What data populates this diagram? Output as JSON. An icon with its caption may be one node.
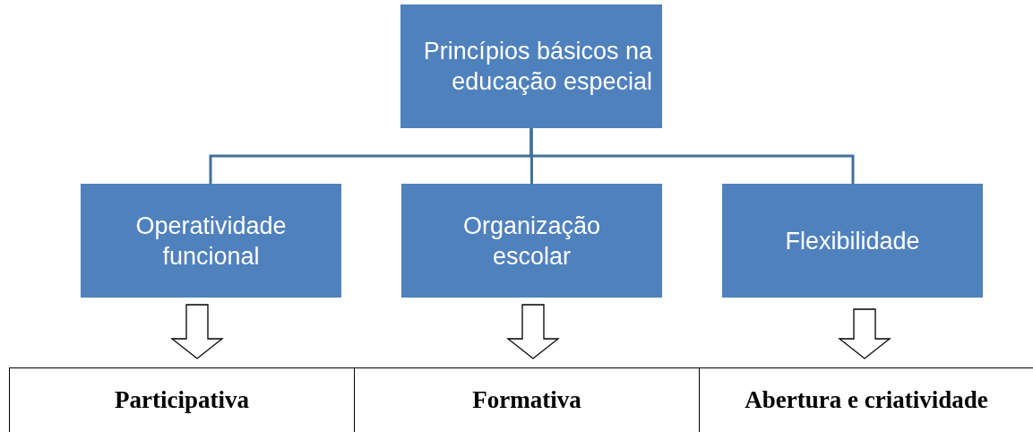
{
  "diagram": {
    "nodes": [
      {
        "text": [
          "Princípios básicos na educação especial"
        ]
      },
      {
        "text": [
          "Operatividade funcional"
        ]
      },
      {
        "text": [
          "Organização escolar"
        ]
      },
      {
        "text": [
          "Flexibilidade"
        ]
      },
      {
        "text": [
          "Participativa"
        ]
      },
      {
        "text": [
          "Formativa"
        ]
      },
      {
        "text": [
          "Abertura e criatividade"
        ]
      }
    ],
    "edges": [
      {
        "from": 0,
        "to": 1,
        "arrow": "none"
      },
      {
        "from": 0,
        "to": 2,
        "arrow": "none"
      },
      {
        "from": 0,
        "to": 3,
        "arrow": "none"
      },
      {
        "from": 1,
        "to": 4,
        "arrow": "to"
      },
      {
        "from": 2,
        "to": 5,
        "arrow": "to"
      },
      {
        "from": 3,
        "to": 6,
        "arrow": "to"
      }
    ]
  }
}
